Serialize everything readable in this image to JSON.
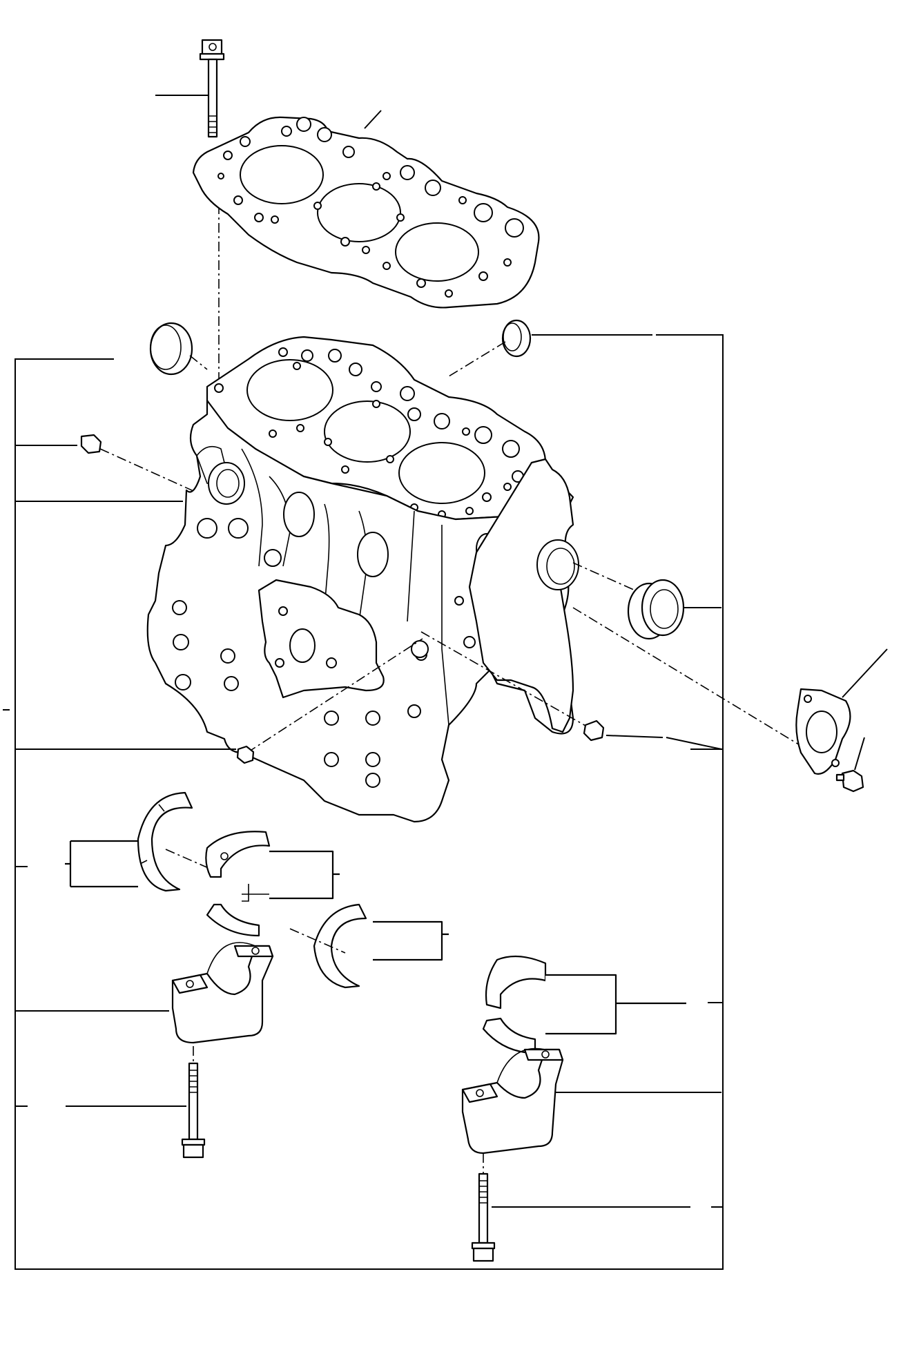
{
  "diagram": {
    "frame": {
      "stroke": "#000000",
      "background": "#ffffff"
    },
    "leaders": [
      {
        "id": "head-bolt-top"
      },
      {
        "id": "head-gasket"
      },
      {
        "id": "expansion-plug-left"
      },
      {
        "id": "expansion-plug-right"
      },
      {
        "id": "pin-left"
      },
      {
        "id": "cylinder-block"
      },
      {
        "id": "oil-seal"
      },
      {
        "id": "flange-gasket"
      },
      {
        "id": "flange-bolt"
      },
      {
        "id": "plug-lower"
      },
      {
        "id": "plug-right"
      },
      {
        "id": "thrust-washers-left"
      },
      {
        "id": "bearing-shells-center"
      },
      {
        "id": "thrust-washers-center"
      },
      {
        "id": "bearing-shells-right"
      },
      {
        "id": "bearing-cap-left"
      },
      {
        "id": "bearing-cap-bolt-left"
      },
      {
        "id": "bearing-cap-right"
      },
      {
        "id": "bearing-cap-bolt-right"
      }
    ]
  }
}
